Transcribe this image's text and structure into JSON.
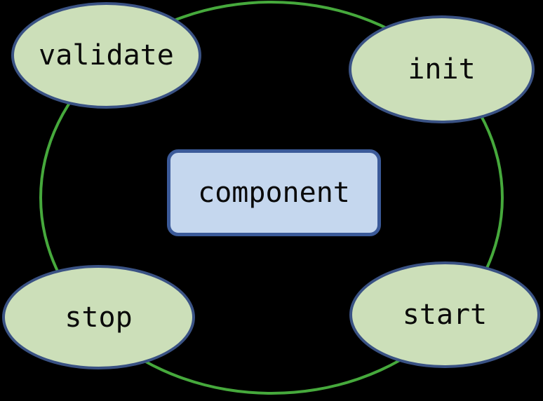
{
  "diagram": {
    "type": "cycle-graph",
    "colors": {
      "background": "#000000",
      "cycle-stroke": "#46a93c",
      "state-fill": "#ccdfb9",
      "state-border": "#3a5284",
      "center-fill": "#c5d7ee",
      "center-border": "#3b5a99",
      "label-text": "#0a0a0a"
    },
    "nodes": [
      {
        "id": "validate",
        "label": "validate"
      },
      {
        "id": "init",
        "label": "init"
      },
      {
        "id": "stop",
        "label": "stop"
      },
      {
        "id": "start",
        "label": "start"
      }
    ],
    "center": {
      "id": "component",
      "label": "component"
    }
  }
}
